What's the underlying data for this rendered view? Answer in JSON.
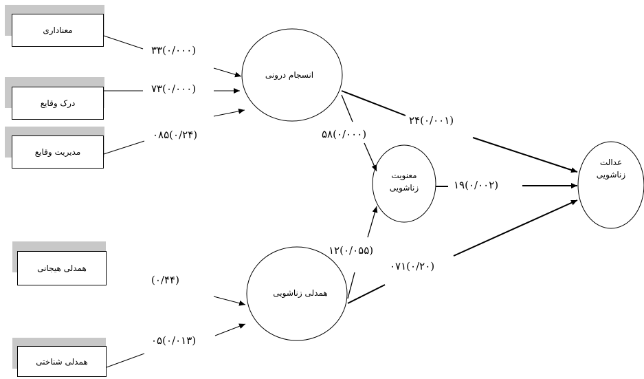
{
  "colors": {
    "line": "#000000",
    "shadow": "#c8c8c8"
  },
  "observed": [
    {
      "id": "meaningfulness",
      "label": "معناداری"
    },
    {
      "id": "events-perception",
      "label": "درک وقایع"
    },
    {
      "id": "events-management",
      "label": "مدیریت وقایع"
    },
    {
      "id": "emotional-empathy",
      "label": "همدلی  هیجانی"
    },
    {
      "id": "cognitive-empathy",
      "label": "همدلی شناختی"
    }
  ],
  "latent": [
    {
      "id": "internal-coherence",
      "label": "انسجام درونی"
    },
    {
      "id": "marital-spirituality",
      "label_line1": "معنویت",
      "label_line2": "زناشویی"
    },
    {
      "id": "marital-empathy",
      "label": "همدلی زناشویی"
    },
    {
      "id": "marital-justice",
      "label_line1": "عدالت",
      "label_line2": "زناشویی"
    }
  ],
  "coefficients": {
    "meaningfulness": "۳۳(۰/۰۰۰)",
    "events_perception": "۷۳(۰/۰۰۰)",
    "events_management": "۰۸۵(۰/۲۴)",
    "coherence_to_spirituality": "۵۸(۰/۰۰۰)",
    "coherence_to_justice": "۲۴(۰/۰۰۱)",
    "spirituality_to_justice": "۱۹(۰/۰۰۲)",
    "empathy_to_spirituality": "۱۲(۰/۰۵۵)",
    "empathy_to_justice": "۰۷۱(۰/۲۰)",
    "emotional_empathy": "(۰/۴۴)",
    "cognitive_empathy": "۰۵(۰/۰۱۳)"
  }
}
